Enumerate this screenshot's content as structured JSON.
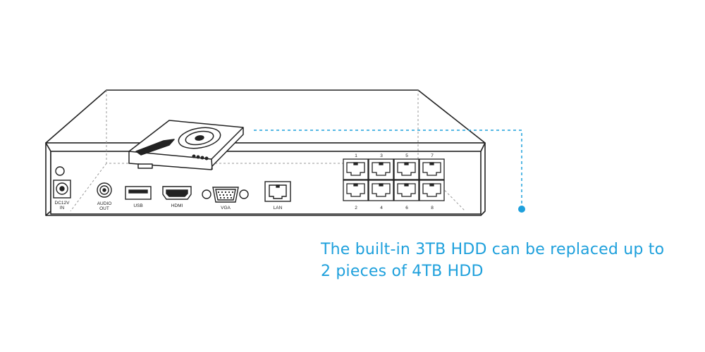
{
  "callout": {
    "line1": "The built-in 3TB HDD can be replaced up to",
    "line2": "2 pieces of 4TB HDD"
  },
  "ports": {
    "dc_in_line1": "DC12V",
    "dc_in_line2": "IN",
    "audio_line1": "AUDIO",
    "audio_line2": "OUT",
    "usb": "USB",
    "hdmi": "HDMI",
    "vga": "VGA",
    "lan": "LAN"
  },
  "poe_ports": {
    "top": [
      "1",
      "3",
      "5",
      "7"
    ],
    "bottom": [
      "2",
      "4",
      "6",
      "8"
    ]
  },
  "colors": {
    "accent": "#1ea0dc",
    "outline": "#222222",
    "fill": "#ffffff"
  }
}
